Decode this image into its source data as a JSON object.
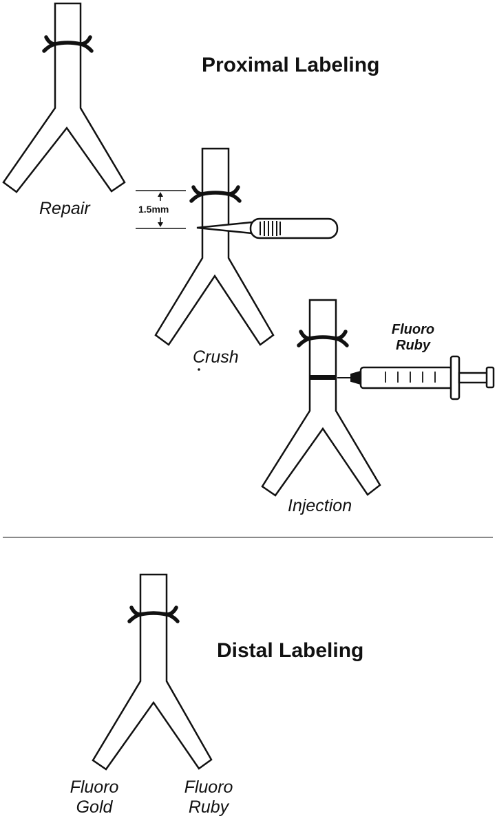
{
  "section_proximal": {
    "title": "Proximal Labeling",
    "steps": [
      {
        "label": "Repair"
      },
      {
        "label": "Crush",
        "measure": "1.5mm"
      },
      {
        "label": "Injection",
        "tracer_line1": "Fluoro",
        "tracer_line2": "Ruby"
      }
    ]
  },
  "section_distal": {
    "title": "Distal Labeling",
    "branch_labels": [
      {
        "line1": "Fluoro",
        "line2": "Gold"
      },
      {
        "line1": "Fluoro",
        "line2": "Ruby"
      }
    ]
  },
  "colors": {
    "ink": "#111111",
    "divider": "#8a8a8a",
    "background": "#ffffff"
  }
}
